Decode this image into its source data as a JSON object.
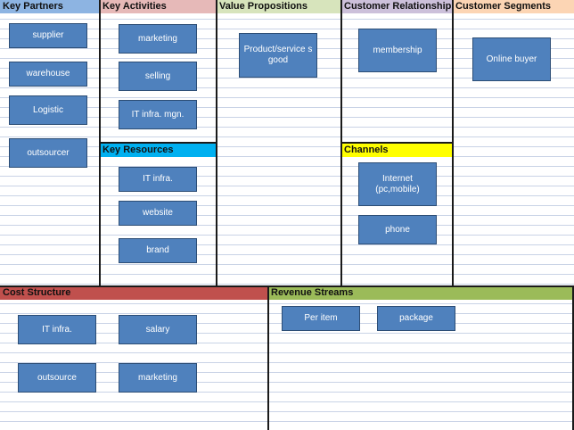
{
  "sections": {
    "key_partners": {
      "title": "Key Partners",
      "color": "#8db4e2",
      "items": [
        "supplier",
        "warehouse",
        "Logistic",
        "outsourcer"
      ]
    },
    "key_activities": {
      "title": "Key Activities",
      "color": "#e6b9b8",
      "items": [
        "marketing",
        "selling",
        "IT infra. mgn."
      ]
    },
    "key_resources": {
      "title": "Key Resources",
      "color": "#00b0f0",
      "items": [
        "IT infra.",
        "website",
        "brand"
      ]
    },
    "value_propositions": {
      "title": "Value Propositions",
      "color": "#d7e4bc",
      "items": [
        "Product/service s good"
      ]
    },
    "customer_relationship": {
      "title": "Customer Relationship",
      "color": "#ccc0da",
      "items": [
        "membership"
      ]
    },
    "channels": {
      "title": "Channels",
      "color": "#ffff00",
      "items": [
        "Internet (pc,mobile)",
        "phone"
      ]
    },
    "customer_segments": {
      "title": "Customer Segments",
      "color": "#fcd5b4",
      "items": [
        "Online buyer"
      ]
    },
    "cost_structure": {
      "title": "Cost Structure",
      "color": "#c0504d",
      "items": [
        "IT infra.",
        "salary",
        "outsource",
        "marketing"
      ]
    },
    "revenue_streams": {
      "title": "Revenue Streams",
      "color": "#9bbb59",
      "items": [
        "Per item",
        "package"
      ]
    }
  }
}
